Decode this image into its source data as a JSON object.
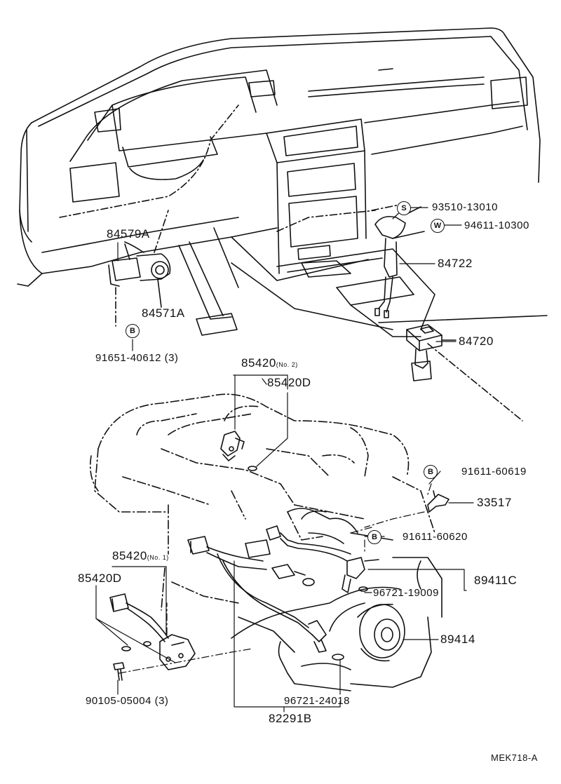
{
  "labels": {
    "p93510": "93510-13010",
    "p94611": "94611-10300",
    "p84579a": "84579A",
    "p84722": "84722",
    "p84571a": "84571A",
    "p84720": "84720",
    "p91651": "91651-40612 (3)",
    "p85420_no2": "85420",
    "p85420_no2_sub": "(No. 2)",
    "p85420d_top": "85420D",
    "p91611_619": "91611-60619",
    "p33517": "33517",
    "p91611_620": "91611-60620",
    "p85420_no1": "85420",
    "p85420_no1_sub": "(No. 1)",
    "p85420d_bot": "85420D",
    "p96721_190": "96721-19009",
    "p89411c": "89411C",
    "p89414": "89414",
    "p90105": "90105-05004 (3)",
    "p96721_240": "96721-24018",
    "p82291b": "82291B",
    "code": "MEK718-A"
  },
  "symbols": {
    "s": "S",
    "w": "W",
    "b": "B"
  }
}
